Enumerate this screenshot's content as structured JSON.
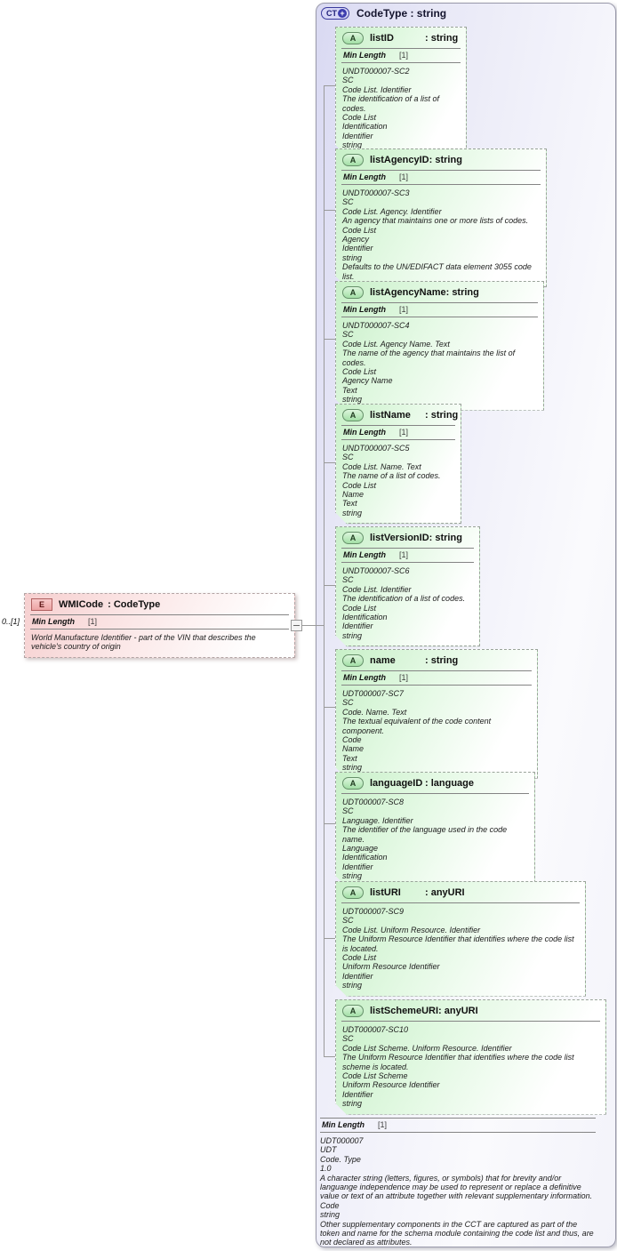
{
  "element": {
    "icon_letter": "E",
    "name": "WMICode",
    "type_label": ": CodeType",
    "multiplicity": "0..[1]",
    "facet": {
      "name": "Min Length",
      "cardinality": "[1]"
    },
    "doc": [
      "World Manufacture Identifier - part of the VIN that describes the vehicle's country of origin"
    ]
  },
  "ct": {
    "icon_letter": "CT",
    "icon_plus": "+",
    "title": "CodeType : string",
    "attributes": [
      {
        "icon_letter": "A",
        "name": "listID",
        "type_label": ": string",
        "facet": {
          "name": "Min Length",
          "cardinality": "[1]"
        },
        "doc": [
          "UNDT000007-SC2",
          "SC",
          "Code List. Identifier",
          "The identification of a list of codes.",
          "Code List",
          "Identification",
          "Identifier",
          "string"
        ]
      },
      {
        "icon_letter": "A",
        "name": "listAgencyID",
        "type_label": ": string",
        "facet": {
          "name": "Min Length",
          "cardinality": "[1]"
        },
        "doc": [
          "UNDT000007-SC3",
          "SC",
          "Code List. Agency. Identifier",
          "An agency that maintains one or more lists of codes.",
          "Code List",
          "Agency",
          "Identifier",
          "string",
          "Defaults to the UN/EDIFACT data element 3055 code list."
        ]
      },
      {
        "icon_letter": "A",
        "name": "listAgencyName",
        "type_label": ": string",
        "facet": {
          "name": "Min Length",
          "cardinality": "[1]"
        },
        "doc": [
          "UNDT000007-SC4",
          "SC",
          "Code List. Agency Name. Text",
          "The name of the agency that maintains the list of codes.",
          "Code List",
          "Agency Name",
          "Text",
          "string"
        ]
      },
      {
        "icon_letter": "A",
        "name": "listName",
        "type_label": ": string",
        "facet": {
          "name": "Min Length",
          "cardinality": "[1]"
        },
        "doc": [
          "UNDT000007-SC5",
          "SC",
          "Code List. Name. Text",
          "The name of a list of codes.",
          "Code List",
          "Name",
          "Text",
          "string"
        ]
      },
      {
        "icon_letter": "A",
        "name": "listVersionID",
        "type_label": ": string",
        "facet": {
          "name": "Min Length",
          "cardinality": "[1]"
        },
        "doc": [
          "UNDT000007-SC6",
          "SC",
          "Code List. Identifier",
          "The identification of a list of codes.",
          "Code List",
          "Identification",
          "Identifier",
          "string"
        ]
      },
      {
        "icon_letter": "A",
        "name": "name",
        "type_label": ": string",
        "facet": {
          "name": "Min Length",
          "cardinality": "[1]"
        },
        "doc": [
          "UDT000007-SC7",
          "SC",
          "Code. Name. Text",
          "The textual equivalent of the code content component.",
          "Code",
          "Name",
          "Text",
          "string"
        ]
      },
      {
        "icon_letter": "A",
        "name": "languageID",
        "type_label": ": language",
        "doc": [
          "UDT000007-SC8",
          "SC",
          "Language. Identifier",
          "The identifier of the language used in the code name.",
          "Language",
          "Identification",
          "Identifier",
          "string"
        ]
      },
      {
        "icon_letter": "A",
        "name": "listURI",
        "type_label": ": anyURI",
        "doc": [
          "UDT000007-SC9",
          "SC",
          "Code List. Uniform Resource. Identifier",
          "The Uniform Resource Identifier that identifies where the code list is located.",
          "Code List",
          "Uniform Resource Identifier",
          "Identifier",
          "string"
        ]
      },
      {
        "icon_letter": "A",
        "name": "listSchemeURI",
        "type_label": ": anyURI",
        "doc": [
          "UDT000007-SC10",
          "SC",
          "Code List Scheme. Uniform Resource. Identifier",
          "The Uniform Resource Identifier that identifies where the code list scheme is located.",
          "Code List Scheme",
          "Uniform Resource Identifier",
          "Identifier",
          "string"
        ]
      }
    ],
    "footer": {
      "facet": {
        "name": "Min Length",
        "cardinality": "[1]"
      },
      "doc": [
        "UDT000007",
        "UDT",
        "Code. Type",
        "1.0",
        "A character string (letters, figures, or symbols) that for brevity and/or languange independence may be used to represent or replace a definitive value or text of an attribute together with relevant supplementary information.",
        "Code",
        "string",
        "Other supplementary components in the CCT are captured as part of the token and name for the schema module containing the code list and thus, are not declared as attributes."
      ]
    }
  }
}
